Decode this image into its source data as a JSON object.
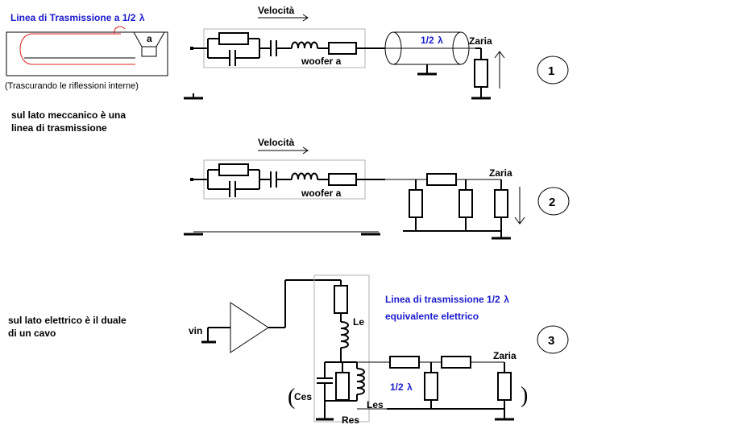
{
  "title_left": "Linea di Trasmissione a 1/2",
  "lambda": "λ",
  "box_letter": "a",
  "note_reflections": "(Trascurando le riflessioni interne)",
  "mech_text_line1": "sul lato meccanico è una",
  "mech_text_line2": "linea di trasmissione",
  "elec_text_line1": "sul lato elettrico è il duale",
  "elec_text_line2": "di un cavo",
  "velocity_label": "Velocità",
  "woofer_label": "woofer a",
  "cable_label": "1/2",
  "zaria_label": "Zaria",
  "vin_label": "vin",
  "le_label": "Le",
  "ces_label": "Ces",
  "les_label": "Les",
  "res_label": "Res",
  "half_lambda_label": "1/2",
  "tl_title_line1": "Linea di trasmissione 1/2",
  "tl_title_line2": "equivalente elettrico",
  "circle_1": "1",
  "circle_2": "2",
  "circle_3": "3",
  "colors": {
    "text_blue": "#1a1acc",
    "arrow_red": "#e02020",
    "box_gray": "#b0b0b0"
  }
}
